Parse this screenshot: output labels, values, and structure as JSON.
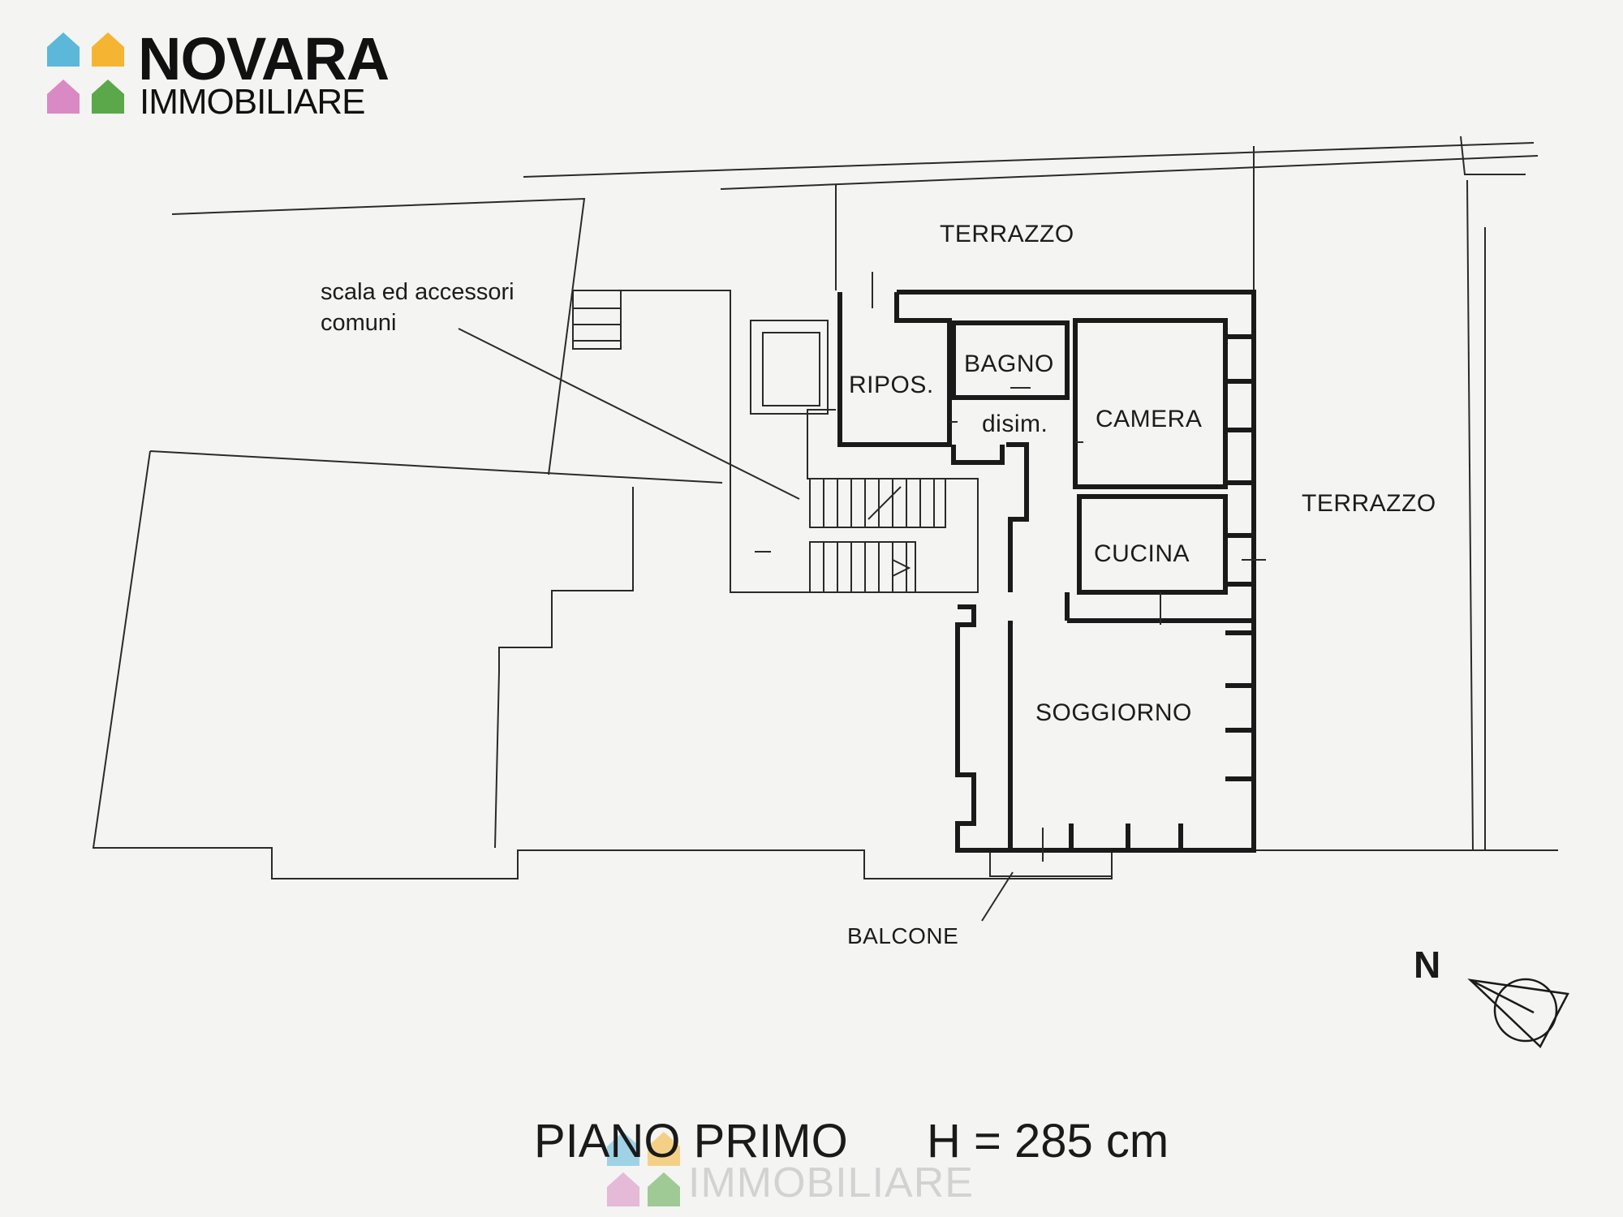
{
  "brand": {
    "name_line1": "NOVARA",
    "name_line2": "IMMOBILIARE",
    "colors": {
      "blue": "#5bb8d9",
      "yellow": "#f5b431",
      "pink": "#d98ac4",
      "green": "#5aa84a"
    }
  },
  "plan": {
    "title": "PIANO PRIMO",
    "height_label": "H = 285 cm",
    "north_label": "N",
    "rooms": {
      "terrazzo_top": "TERRAZZO",
      "terrazzo_right": "TERRAZZO",
      "ripostiglio": "RIPOS.",
      "bagno": "BAGNO",
      "disimpegno": "disim.",
      "camera": "CAMERA",
      "cucina": "CUCINA",
      "soggiorno": "SOGGIORNO",
      "balcone": "BALCONE"
    },
    "common_note_line1": "scala ed accessori",
    "common_note_line2": "comuni"
  },
  "watermark": {
    "text": "IMMOBILIARE"
  }
}
